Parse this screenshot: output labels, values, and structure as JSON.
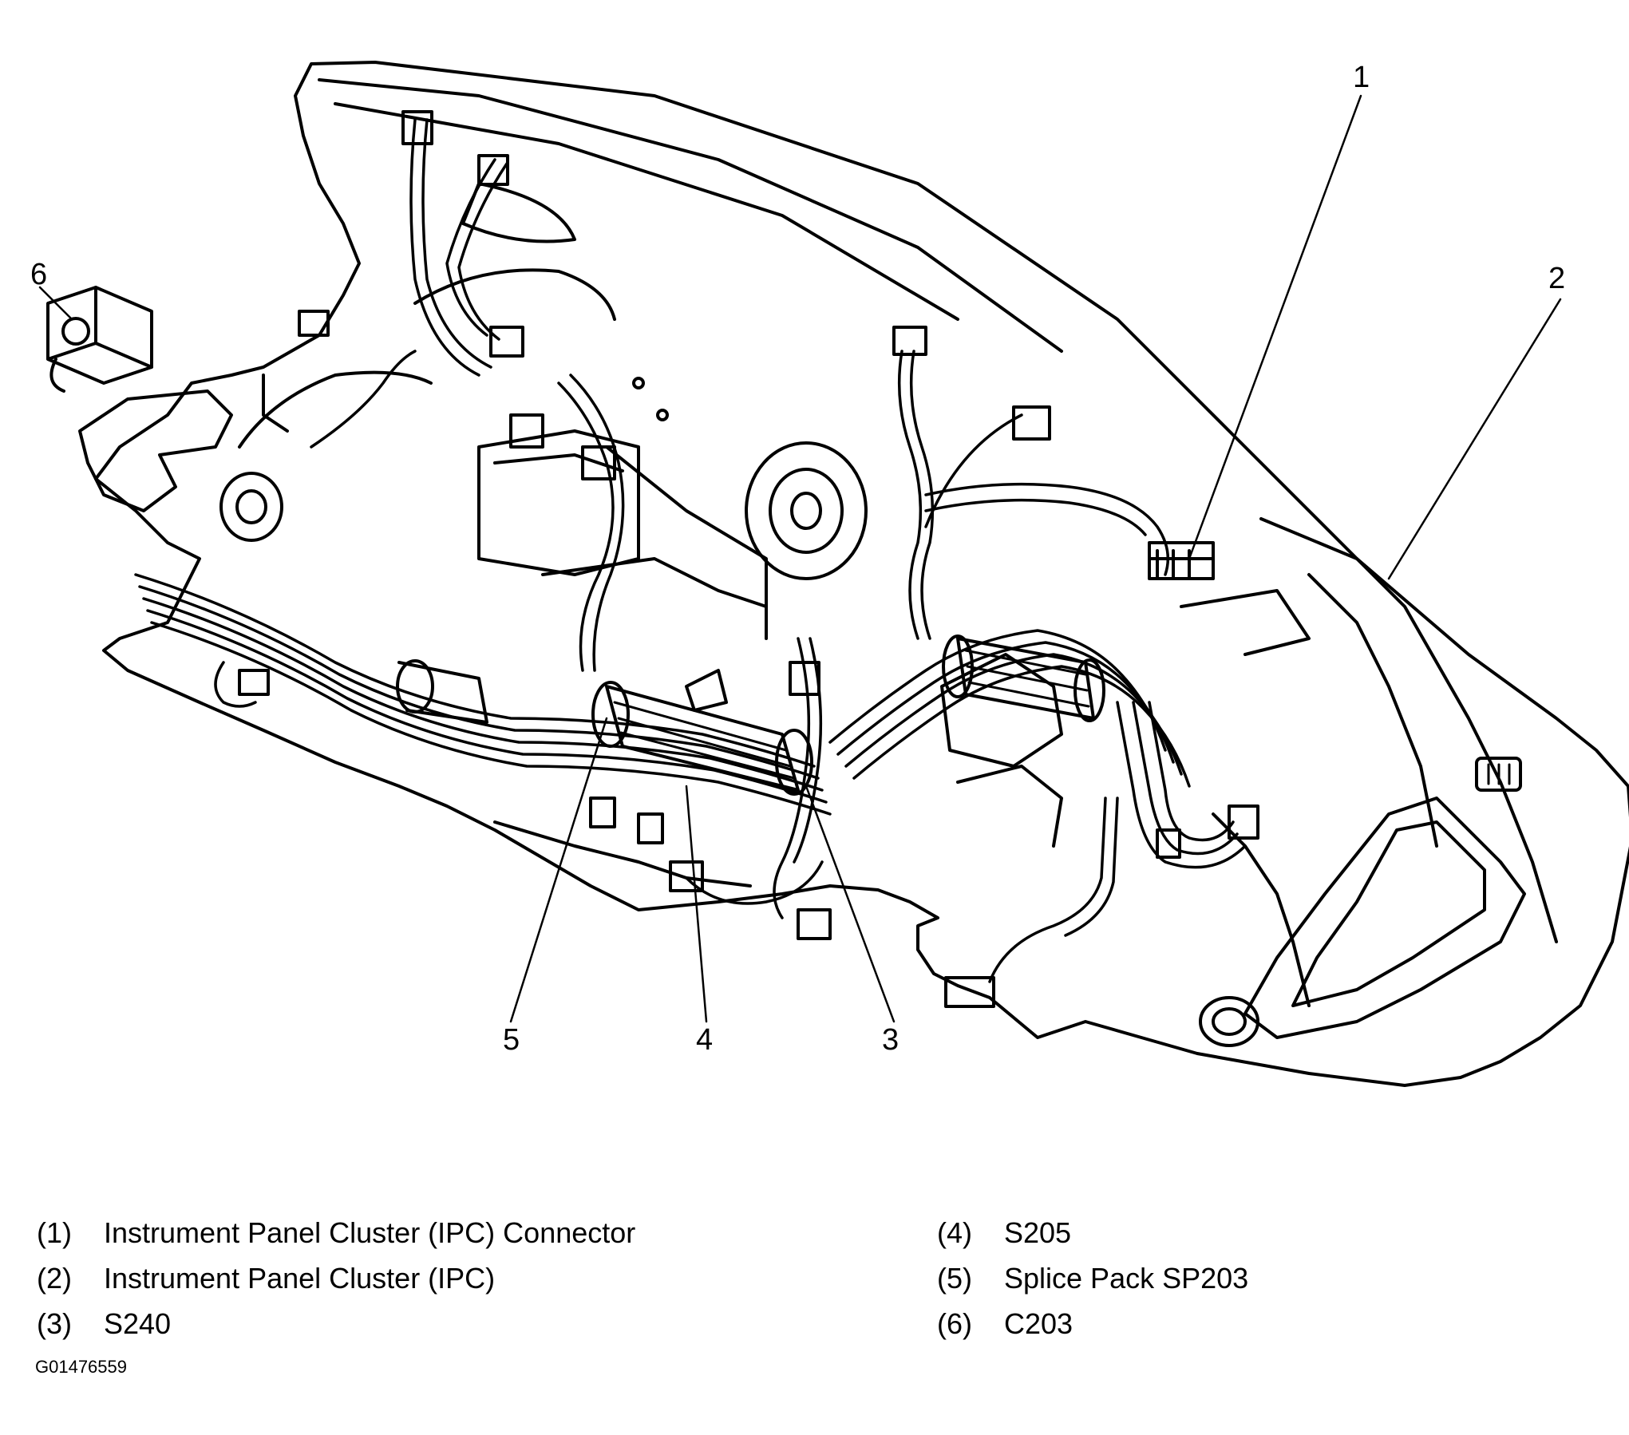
{
  "callouts": [
    {
      "id": "1",
      "label": "1"
    },
    {
      "id": "2",
      "label": "2"
    },
    {
      "id": "3",
      "label": "3"
    },
    {
      "id": "4",
      "label": "4"
    },
    {
      "id": "5",
      "label": "5"
    },
    {
      "id": "6",
      "label": "6"
    }
  ],
  "legend": [
    {
      "index": "(1)",
      "text": "Instrument Panel Cluster (IPC) Connector"
    },
    {
      "index": "(2)",
      "text": "Instrument Panel Cluster (IPC)"
    },
    {
      "index": "(3)",
      "text": "S240"
    },
    {
      "index": "(4)",
      "text": "S205"
    },
    {
      "index": "(5)",
      "text": "Splice Pack SP203"
    },
    {
      "index": "(6)",
      "text": "C203"
    }
  ],
  "figure_id": "G01476559"
}
